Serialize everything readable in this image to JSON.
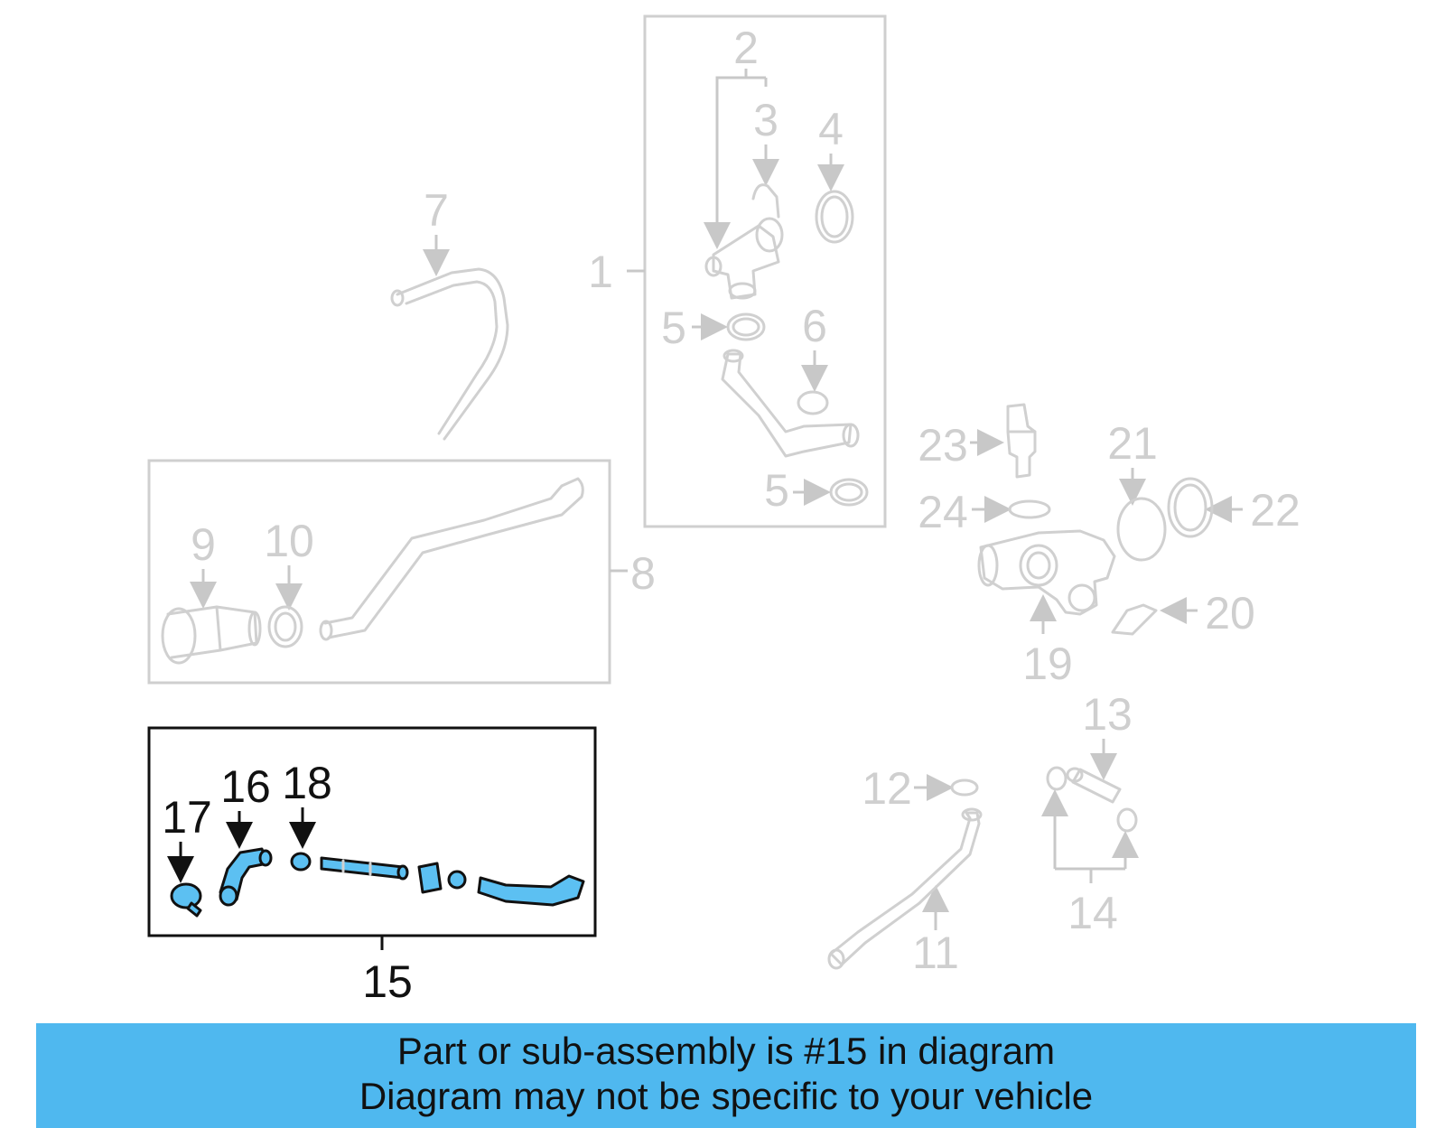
{
  "diagram": {
    "callouts": [
      {
        "id": "c1",
        "text": "1"
      },
      {
        "id": "c2",
        "text": "2"
      },
      {
        "id": "c3",
        "text": "3"
      },
      {
        "id": "c4",
        "text": "4"
      },
      {
        "id": "c5a",
        "text": "5"
      },
      {
        "id": "c5b",
        "text": "5"
      },
      {
        "id": "c6",
        "text": "6"
      },
      {
        "id": "c7",
        "text": "7"
      },
      {
        "id": "c8",
        "text": "8"
      },
      {
        "id": "c9",
        "text": "9"
      },
      {
        "id": "c10",
        "text": "10"
      },
      {
        "id": "c11",
        "text": "11"
      },
      {
        "id": "c12",
        "text": "12"
      },
      {
        "id": "c13",
        "text": "13"
      },
      {
        "id": "c14",
        "text": "14"
      },
      {
        "id": "c15",
        "text": "15"
      },
      {
        "id": "c16",
        "text": "16"
      },
      {
        "id": "c17",
        "text": "17"
      },
      {
        "id": "c18",
        "text": "18"
      },
      {
        "id": "c19",
        "text": "19"
      },
      {
        "id": "c20",
        "text": "20"
      },
      {
        "id": "c21",
        "text": "21"
      },
      {
        "id": "c22",
        "text": "22"
      },
      {
        "id": "c23",
        "text": "23"
      },
      {
        "id": "c24",
        "text": "24"
      }
    ],
    "highlight_color": "#5cc0f2",
    "highlighted_part": "15"
  },
  "banner": {
    "line1": "Part or sub-assembly is #15 in diagram",
    "line2": "Diagram may not be specific to your vehicle",
    "background": "#4fb8ef"
  }
}
